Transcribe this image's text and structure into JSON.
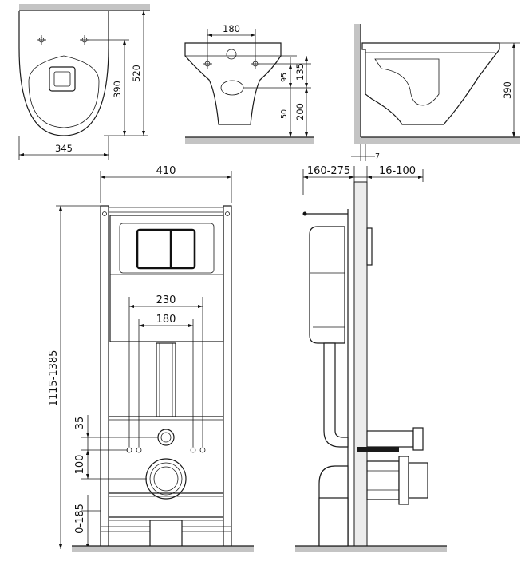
{
  "dimensions": {
    "bowl_top_width": "345",
    "bowl_top_length": "520",
    "bowl_top_inner": "390",
    "front_hole_spacing": "180",
    "front_95": "95",
    "front_135": "135",
    "front_200": "200",
    "front_50": "50",
    "side_height": "390",
    "wall_gap": "7",
    "frame_width": "410",
    "frame_230": "230",
    "frame_180": "180",
    "frame_height": "1115-1385",
    "frame_35": "35",
    "frame_100": "100",
    "frame_0_185": "0-185",
    "side_depth_left": "160-275",
    "side_depth_right": "16-100"
  },
  "colors": {
    "line": "#1a1a1a",
    "floor_hatch": "#c4c4c4",
    "background": "#ffffff"
  }
}
